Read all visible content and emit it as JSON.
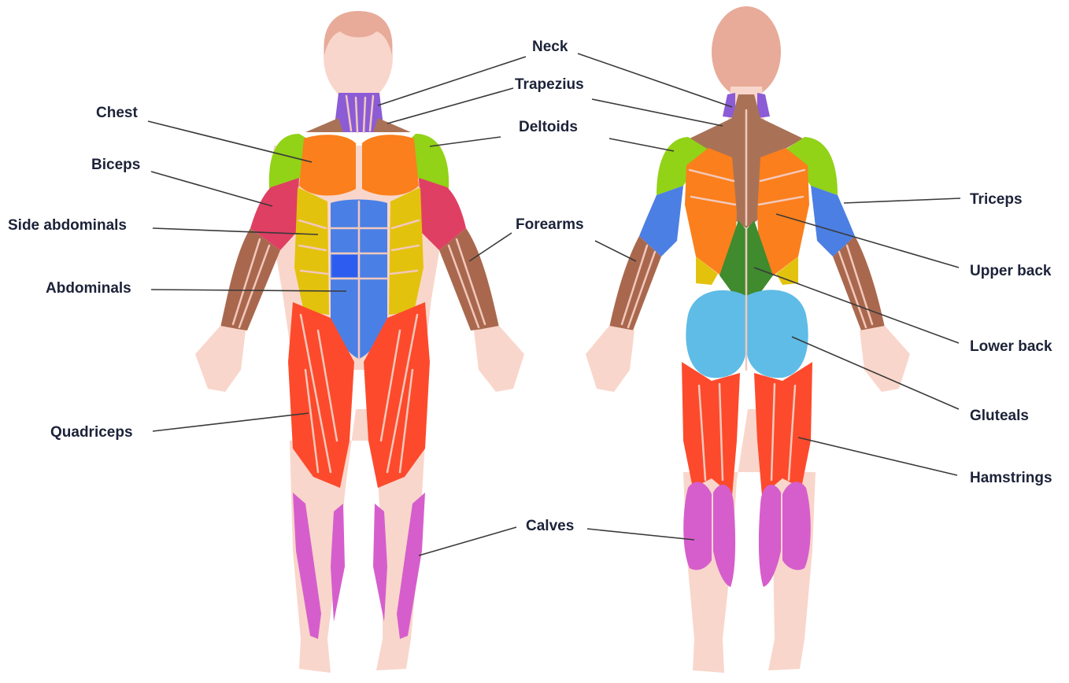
{
  "labels": {
    "neck": "Neck",
    "trapezius": "Trapezius",
    "chest": "Chest",
    "deltoids": "Deltoids",
    "biceps": "Biceps",
    "triceps": "Triceps",
    "side_abdominals": "Side abdominals",
    "forearms": "Forearms",
    "upper_back": "Upper back",
    "abdominals": "Abdominals",
    "lower_back": "Lower back",
    "gluteals": "Gluteals",
    "quadriceps": "Quadriceps",
    "hamstrings": "Hamstrings",
    "calves": "Calves"
  },
  "colors": {
    "skin": "#f9d6cb",
    "hair": "#e8ab99",
    "neck": "#8b5cd6",
    "trapezius": "#a97257",
    "chest": "#fb7f1c",
    "deltoids": "#92d217",
    "biceps": "#df3f63",
    "triceps": "#4b7fe3",
    "forearms": "#a9684e",
    "side_abdominals": "#e3c20e",
    "abdominals": "#4a80e6",
    "upper_back": "#fb7f1c",
    "lower_back": "#3f8b2e",
    "gluteals": "#5fbce6",
    "quadriceps": "#fd4a2c",
    "hamstrings": "#fd4a2c",
    "calves": "#d65ecc",
    "label_text": "#1c2238"
  }
}
